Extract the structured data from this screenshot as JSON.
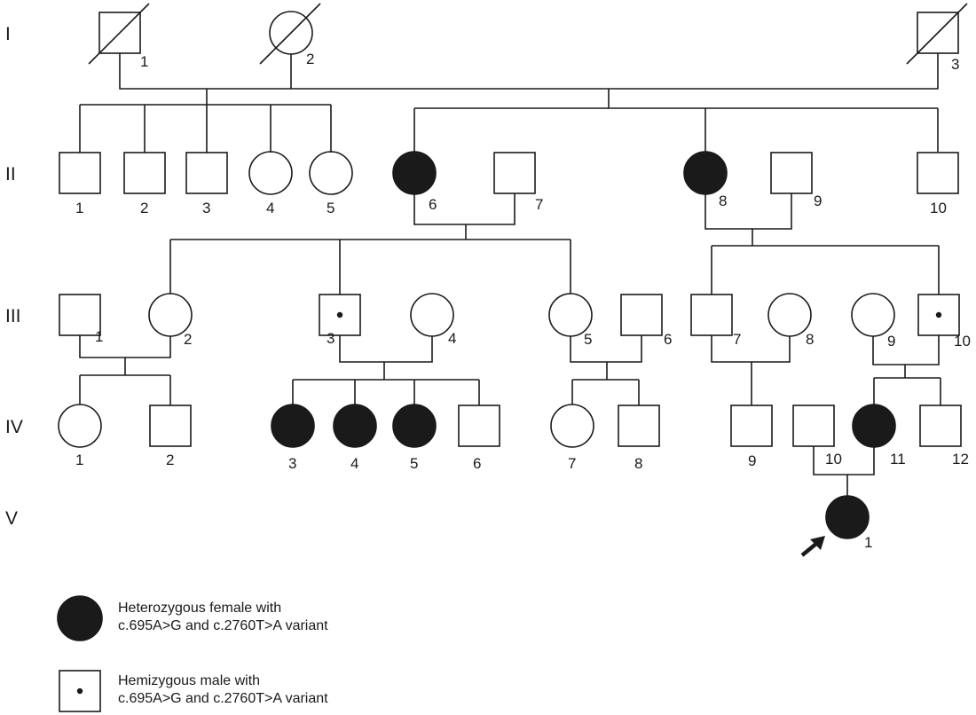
{
  "colors": {
    "line": "#1a1a1a",
    "affected_fill": "#1a1a1a",
    "unaffected_fill": "#ffffff"
  },
  "generations": [
    {
      "label": "I",
      "members": [
        {
          "num": "1",
          "sex": "male",
          "deceased": true
        },
        {
          "num": "2",
          "sex": "female",
          "deceased": true
        },
        {
          "num": "3",
          "sex": "male",
          "deceased": true
        }
      ]
    },
    {
      "label": "II",
      "members": [
        {
          "num": "1",
          "sex": "male"
        },
        {
          "num": "2",
          "sex": "male"
        },
        {
          "num": "3",
          "sex": "male"
        },
        {
          "num": "4",
          "sex": "female"
        },
        {
          "num": "5",
          "sex": "female"
        },
        {
          "num": "6",
          "sex": "female",
          "status": "heterozygous"
        },
        {
          "num": "7",
          "sex": "male"
        },
        {
          "num": "8",
          "sex": "female",
          "status": "heterozygous"
        },
        {
          "num": "9",
          "sex": "male"
        },
        {
          "num": "10",
          "sex": "male"
        }
      ]
    },
    {
      "label": "III",
      "members": [
        {
          "num": "1",
          "sex": "male"
        },
        {
          "num": "2",
          "sex": "female"
        },
        {
          "num": "3",
          "sex": "male",
          "status": "hemizygous"
        },
        {
          "num": "4",
          "sex": "female"
        },
        {
          "num": "5",
          "sex": "female"
        },
        {
          "num": "6",
          "sex": "male"
        },
        {
          "num": "7",
          "sex": "male"
        },
        {
          "num": "8",
          "sex": "female"
        },
        {
          "num": "9",
          "sex": "female"
        },
        {
          "num": "10",
          "sex": "male",
          "status": "hemizygous"
        }
      ]
    },
    {
      "label": "IV",
      "members": [
        {
          "num": "1",
          "sex": "female"
        },
        {
          "num": "2",
          "sex": "male"
        },
        {
          "num": "3",
          "sex": "female",
          "status": "heterozygous"
        },
        {
          "num": "4",
          "sex": "female",
          "status": "heterozygous"
        },
        {
          "num": "5",
          "sex": "female",
          "status": "heterozygous"
        },
        {
          "num": "6",
          "sex": "male"
        },
        {
          "num": "7",
          "sex": "female"
        },
        {
          "num": "8",
          "sex": "male"
        },
        {
          "num": "9",
          "sex": "male"
        },
        {
          "num": "10",
          "sex": "male"
        },
        {
          "num": "11",
          "sex": "female",
          "status": "heterozygous"
        },
        {
          "num": "12",
          "sex": "male"
        }
      ]
    },
    {
      "label": "V",
      "members": [
        {
          "num": "1",
          "sex": "female",
          "status": "heterozygous",
          "proband": true
        }
      ]
    }
  ],
  "legend": {
    "heterozygous": {
      "line1": "Heterozygous female with",
      "line2": "c.695A>G and c.2760T>A variant"
    },
    "hemizygous": {
      "line1": "Hemizygous male with",
      "line2": "c.695A>G and c.2760T>A variant"
    }
  }
}
